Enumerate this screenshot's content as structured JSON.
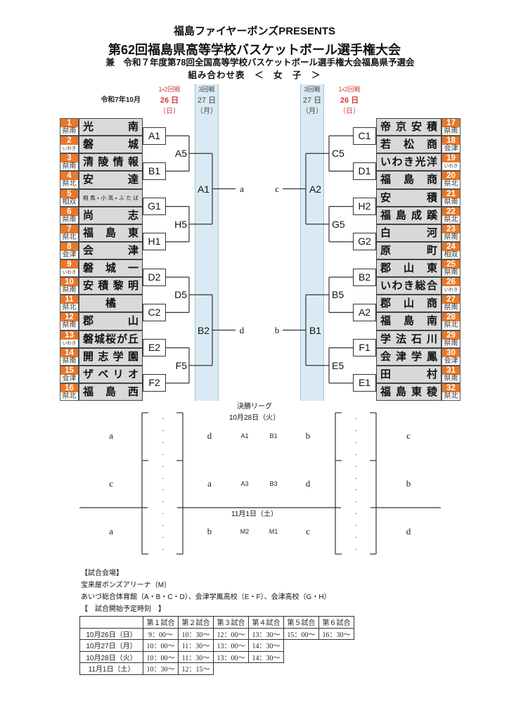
{
  "header": {
    "sponsor": "福島ファイヤーボンズPRESENTS",
    "tournament": "第62回福島県高等学校バスケットボール選手権大会",
    "subtitle": "兼　令和７年度第78回全国高等学校バスケットボール選手権大会福島県予選会",
    "sheet": "組み合わせ表　＜　女　子　＞"
  },
  "dates": {
    "year_month": "令和7年10月",
    "left_round12": {
      "label": "1・2回戦",
      "day": "26 日",
      "weekday": "（日）"
    },
    "left_round3": {
      "label": "3回戦",
      "day": "27 日",
      "weekday": "（月）"
    },
    "right_round3": {
      "label": "3回戦",
      "day": "27 日",
      "weekday": "（月）"
    },
    "right_round12": {
      "label": "1・2回戦",
      "day": "26 日",
      "weekday": "（日）"
    }
  },
  "bracket": {
    "left": {
      "teams": [
        {
          "seed": "1",
          "region": "県南",
          "name": "光南"
        },
        {
          "seed": "2",
          "region": "いわき",
          "name": "磐城"
        },
        {
          "seed": "3",
          "region": "県南",
          "name": "清陵情報"
        },
        {
          "seed": "4",
          "region": "県北",
          "name": "安達"
        },
        {
          "seed": "5",
          "region": "相双",
          "name": "相馬・小高・ふたば"
        },
        {
          "seed": "6",
          "region": "県南",
          "name": "尚志"
        },
        {
          "seed": "7",
          "region": "県北",
          "name": "福島東"
        },
        {
          "seed": "8",
          "region": "会津",
          "name": "会津"
        },
        {
          "seed": "9",
          "region": "いわき",
          "name": "磐城一"
        },
        {
          "seed": "10",
          "region": "県南",
          "name": "安積黎明"
        },
        {
          "seed": "11",
          "region": "県北",
          "name": "橘"
        },
        {
          "seed": "12",
          "region": "県南",
          "name": "郡山"
        },
        {
          "seed": "13",
          "region": "いわき",
          "name": "磐城桜が丘"
        },
        {
          "seed": "14",
          "region": "県南",
          "name": "開志学園"
        },
        {
          "seed": "15",
          "region": "会津",
          "name": "ザベリオ"
        },
        {
          "seed": "16",
          "region": "県北",
          "name": "福島西"
        }
      ],
      "round1": [
        "A1",
        "B1",
        "G1",
        "H1",
        "D2",
        "C2",
        "E2",
        "F2"
      ],
      "round2": [
        "A5",
        "H5",
        "D5",
        "F5"
      ],
      "round3": [
        "A1",
        "B2"
      ],
      "winners": [
        "a",
        "d"
      ]
    },
    "right": {
      "teams": [
        {
          "seed": "17",
          "region": "県南",
          "name": "帝京安積"
        },
        {
          "seed": "18",
          "region": "会津",
          "name": "若松商"
        },
        {
          "seed": "19",
          "region": "いわき",
          "name": "いわき光洋"
        },
        {
          "seed": "20",
          "region": "県北",
          "name": "福島商"
        },
        {
          "seed": "21",
          "region": "県南",
          "name": "安積"
        },
        {
          "seed": "22",
          "region": "県北",
          "name": "福島成蹊"
        },
        {
          "seed": "23",
          "region": "県南",
          "name": "白河"
        },
        {
          "seed": "24",
          "region": "相双",
          "name": "原町"
        },
        {
          "seed": "25",
          "region": "県南",
          "name": "郡山東"
        },
        {
          "seed": "26",
          "region": "いわき",
          "name": "いわき総合"
        },
        {
          "seed": "27",
          "region": "県南",
          "name": "郡山商"
        },
        {
          "seed": "28",
          "region": "県北",
          "name": "福島南"
        },
        {
          "seed": "29",
          "region": "県南",
          "name": "学法石川"
        },
        {
          "seed": "30",
          "region": "会津",
          "name": "会津学鳳"
        },
        {
          "seed": "31",
          "region": "県南",
          "name": "田村"
        },
        {
          "seed": "32",
          "region": "県北",
          "name": "福島東稜"
        }
      ],
      "round1": [
        "C1",
        "D1",
        "H2",
        "G2",
        "B2",
        "A2",
        "F1",
        "E1"
      ],
      "round2": [
        "C5",
        "G5",
        "B5",
        "E5"
      ],
      "round3": [
        "A2",
        "B1"
      ],
      "winners": [
        "c",
        "b"
      ]
    }
  },
  "league": {
    "title": "決勝リーグ",
    "day1_label": "10月28日（火）",
    "day2_label": "11月1日（土）",
    "score_placeholder": "-",
    "rows": [
      {
        "left": "a",
        "mid_left": "d",
        "game1": "A1",
        "game2": "B1",
        "mid_right": "b",
        "right": "c"
      },
      {
        "left": "c",
        "mid_left": "a",
        "game1": "A3",
        "game2": "B3",
        "mid_right": "d",
        "right": "b"
      },
      {
        "left": "a",
        "mid_left": "b",
        "game1": "M2",
        "game2": "M1",
        "mid_right": "c",
        "right": "d"
      }
    ]
  },
  "venues": {
    "heading": "【試合会場】",
    "main_arena": "宝来屋ボンズアリーナ（M）",
    "other_venues": "あいづ総合体育館（A・B・C・D）、会津学鳳高校（E・F）、会津高校（G・H）",
    "schedule_heading": "【　試合開始予定時刻　】"
  },
  "schedule": {
    "columns": [
      "",
      "第１試合",
      "第２試合",
      "第３試合",
      "第４試合",
      "第５試合",
      "第６試合"
    ],
    "rows": [
      {
        "date": "10月26日（日）",
        "times": [
          "9：00～",
          "10：30～",
          "12：00～",
          "13：30～",
          "15：00～",
          "16：30～"
        ]
      },
      {
        "date": "10月27日（月）",
        "times": [
          "10：00～",
          "11：30～",
          "13：00～",
          "14：30～"
        ]
      },
      {
        "date": "10月28日（火）",
        "times": [
          "10：00～",
          "11：30～",
          "13：00～",
          "14：30～"
        ]
      },
      {
        "date": "11月1日（土）",
        "times": [
          "10：30～",
          "12：15～"
        ]
      }
    ]
  },
  "colors": {
    "seed_orange": "#e8782a",
    "team_cell_gray": "#d9d9d9",
    "round3_column_blue": "#daeaf4",
    "round12_red": "#d23b3b"
  }
}
